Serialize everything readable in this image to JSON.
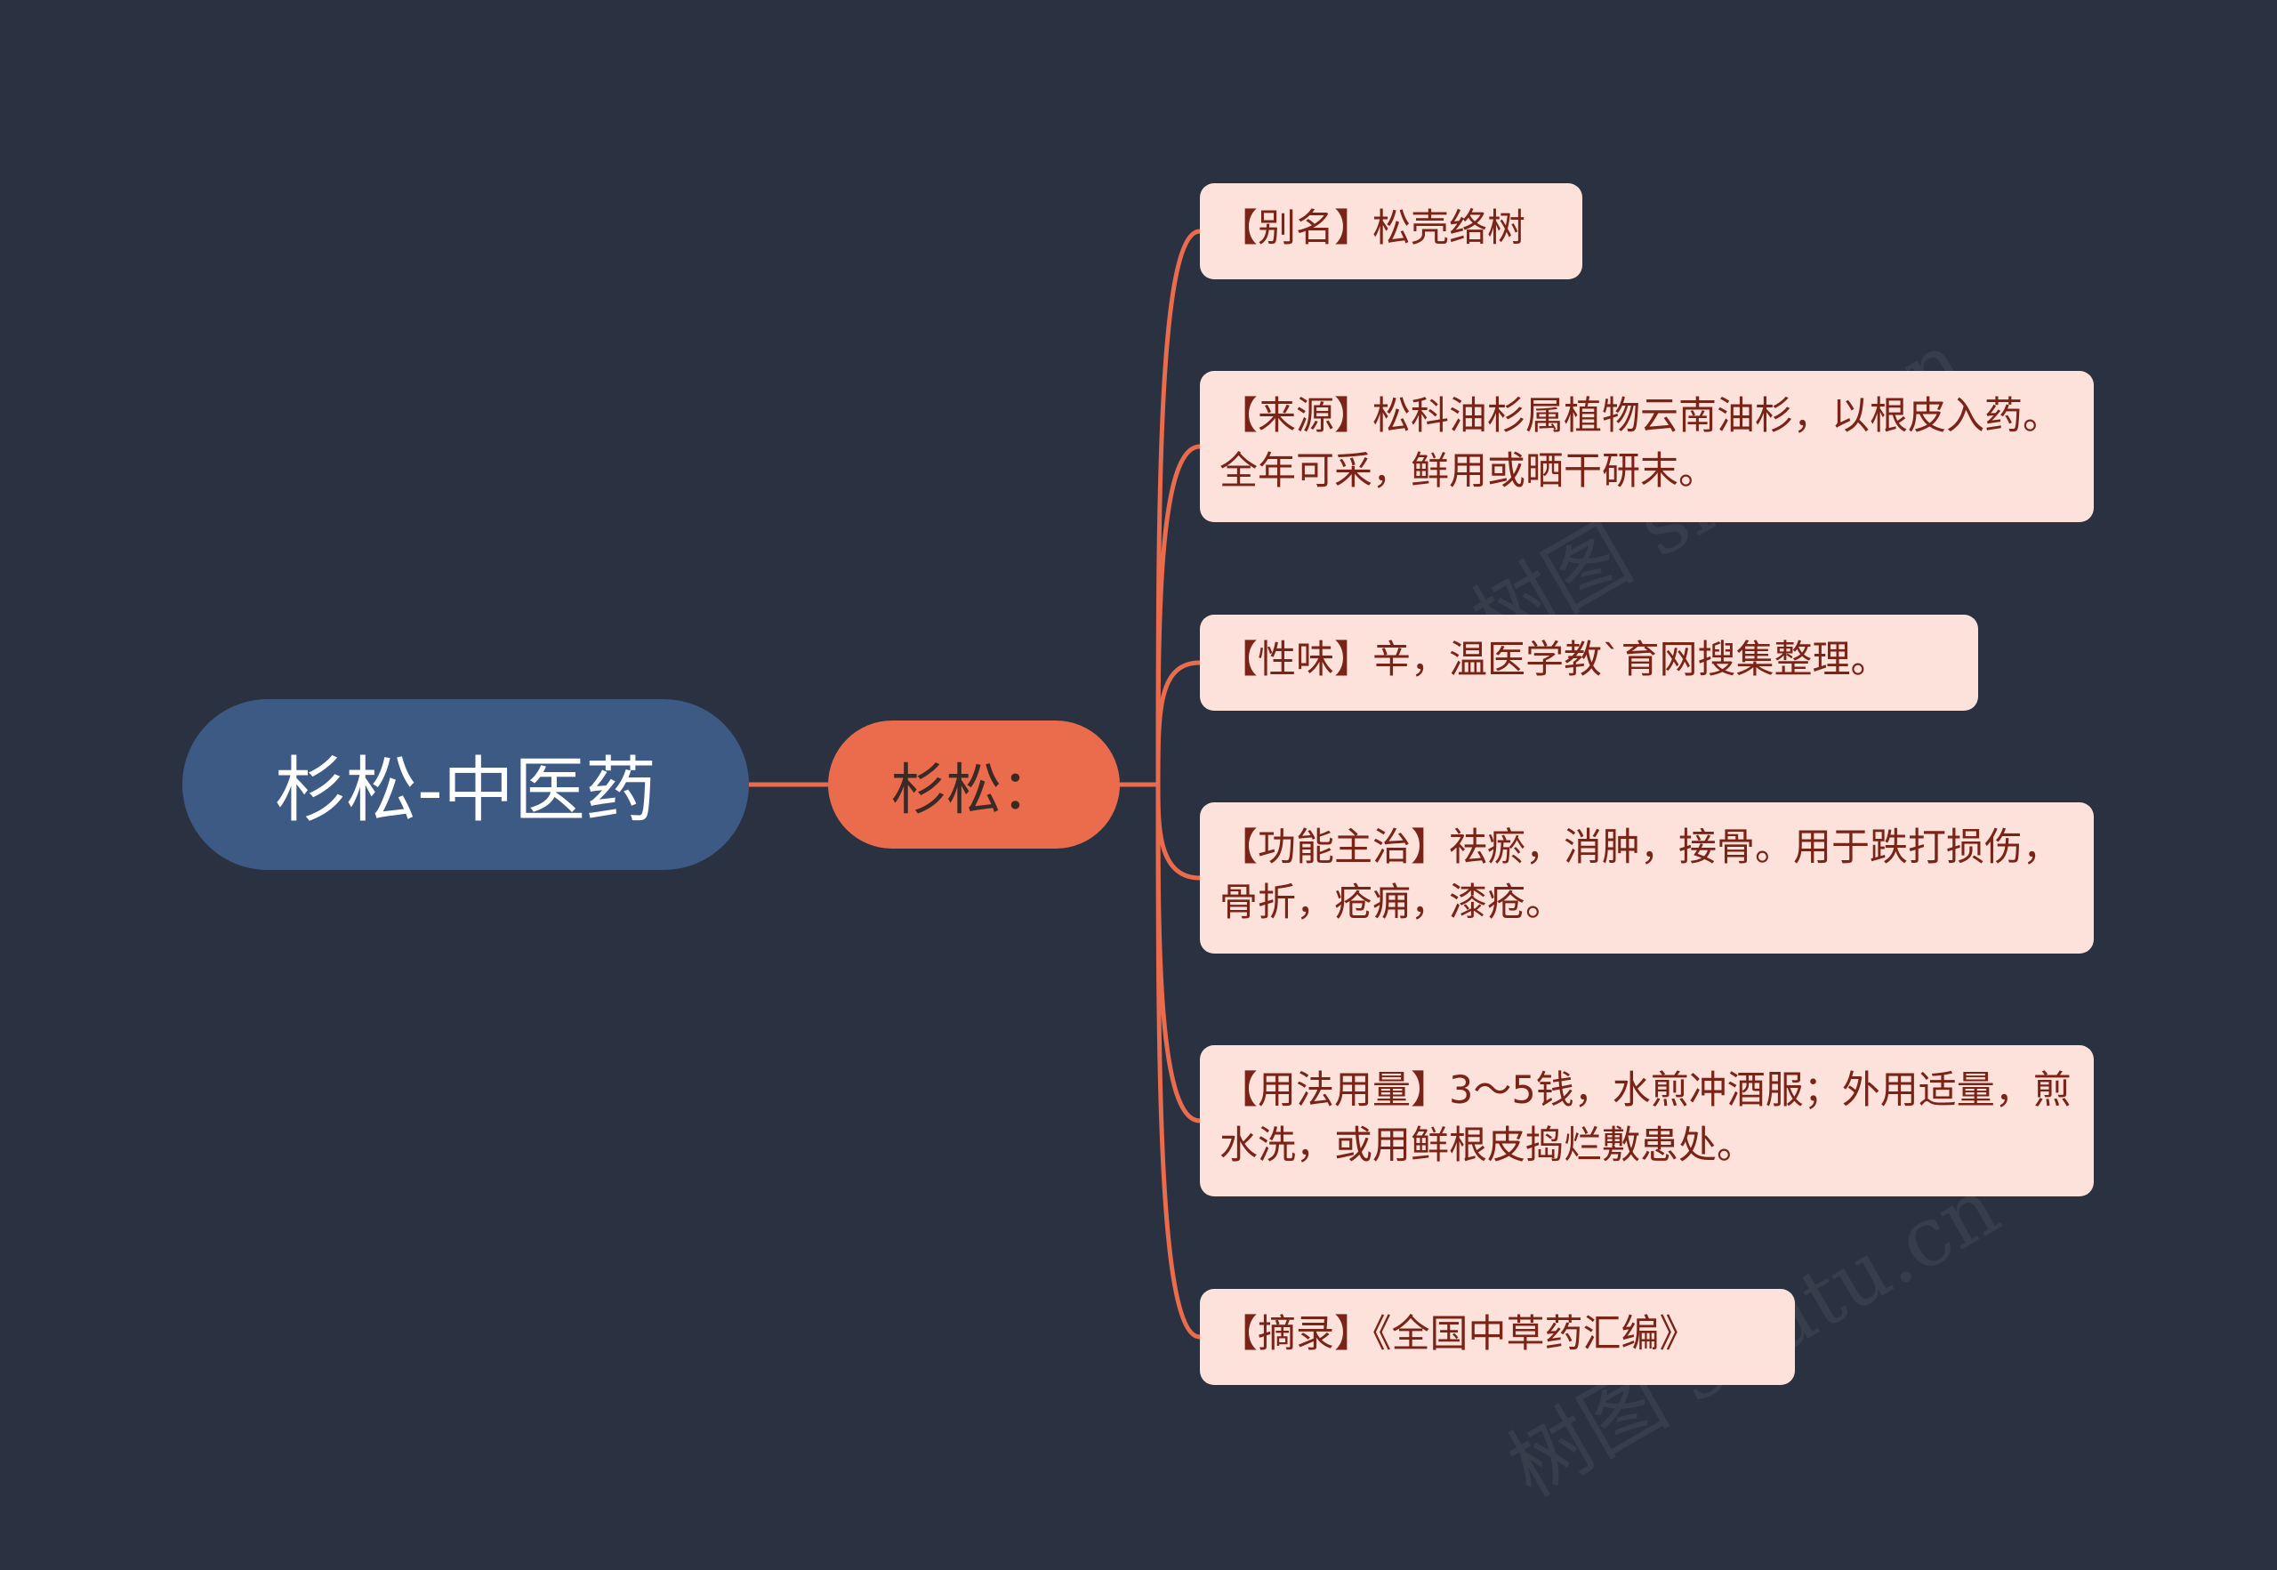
{
  "root": {
    "label": "杉松-中医药"
  },
  "branch": {
    "label": "杉松："
  },
  "leaves": [
    {
      "text": "【别名】松壳络树"
    },
    {
      "text": "【来源】松科油杉属植物云南油杉，以根皮入药。全年可采，鲜用或晒干研末。"
    },
    {
      "text": "【性味】辛，温医学教`育网搜集整理。"
    },
    {
      "text": "【功能主治】祛瘀，消肿，接骨。用于跌打损伤，骨折，疮痈，漆疮。"
    },
    {
      "text": "【用法用量】3～5钱，水煎冲酒服；外用适量，煎水洗，或用鲜根皮捣烂敷患处。"
    },
    {
      "text": "【摘录】《全国中草药汇编》"
    }
  ],
  "watermarks": [
    "树图 shutu.cn",
    "树图 shutu.cn"
  ],
  "colors": {
    "background": "#2a3140",
    "root": "#3d5a85",
    "branch": "#ea6c4d",
    "connector": "#ea6c4d",
    "leaf_fill": "#fde2dc",
    "leaf_text": "#7a2418"
  }
}
